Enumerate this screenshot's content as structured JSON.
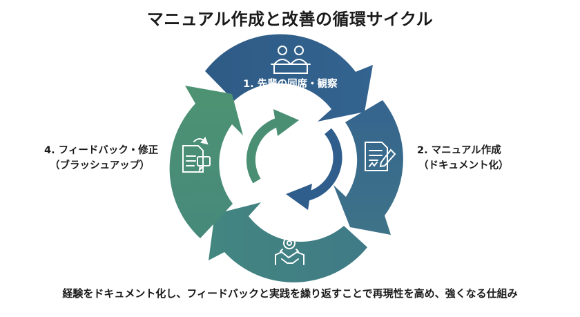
{
  "title": "マニュアル作成と改善の循環サイクル",
  "steps": [
    {
      "label": "1. 先輩の同席・観察",
      "icon": "people-at-desk-icon"
    },
    {
      "label": "2. マニュアル作成",
      "sub": "（ドキュメント化）",
      "icon": "document-edit-icon"
    },
    {
      "label": "",
      "icon": "handshake-gear-icon"
    },
    {
      "label": "4. フィードバック・修正",
      "sub": "（ブラッシュアップ）",
      "icon": "feedback-document-icon"
    }
  ],
  "caption": "経験をドキュメント化し、フィードバックと実践を繰り返すことで再現性を高め、強くなる仕組み",
  "colors": {
    "step1": "#2f5d8c",
    "step2": "#3d6f8d",
    "step3": "#3f7f85",
    "step4": "#4a8f74",
    "center_blue": "#2f5d8c",
    "center_green": "#4a8f74"
  }
}
